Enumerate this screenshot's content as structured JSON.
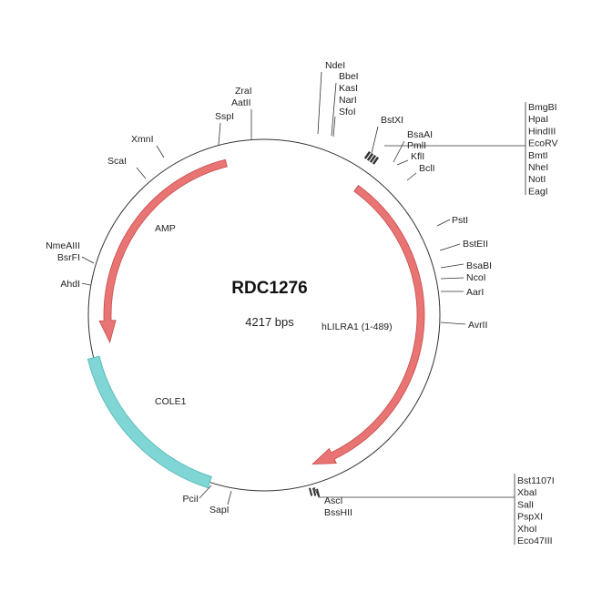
{
  "plasmid": {
    "name": "RDC1276",
    "size": "4217 bps"
  },
  "features": {
    "amp": "AMP",
    "hlilra1": "hLILRA1 (1-489)",
    "cole1": "COLE1"
  },
  "colors": {
    "gene": "#e87474",
    "gene_stroke": "#c94a4a",
    "origin": "#7fd6d4",
    "origin_stroke": "#4fb7b5"
  },
  "sites": {
    "top": [
      "NdeI",
      "BbeI",
      "KasI",
      "NarI",
      "SfoI",
      "ZraI",
      "AatII",
      "SspI",
      "XmnI",
      "ScaI",
      "BstXI",
      "BsaAI",
      "PmlI",
      "KflI",
      "BclI"
    ],
    "right_cluster": [
      "BmgBI",
      "HpaI",
      "HindIII",
      "EcoRV",
      "BmtI",
      "NheI",
      "NotI",
      "EagI"
    ],
    "right": [
      "PstI",
      "BstEII",
      "BsaBI",
      "NcoI",
      "AarI",
      "AvrII"
    ],
    "left": [
      "NmeAIII",
      "BsrFI",
      "AhdI"
    ],
    "bottom": [
      "PciI",
      "SapI",
      "AscI",
      "BssHII"
    ],
    "bottom_cluster": [
      "Bst1107I",
      "XbaI",
      "SalI",
      "PspXI",
      "XhoI",
      "Eco47III"
    ]
  }
}
